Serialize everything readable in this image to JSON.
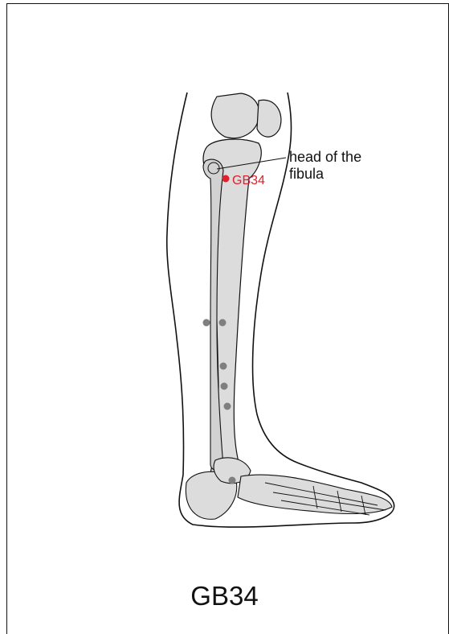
{
  "annotation": {
    "line1": "head of the",
    "line2": "fibula"
  },
  "point": {
    "label": "GB34",
    "color": "#e0202a"
  },
  "caption": "GB34",
  "colors": {
    "bone": "#dcdcdc",
    "outline": "#111111",
    "other_points": "#7f7f7f"
  }
}
